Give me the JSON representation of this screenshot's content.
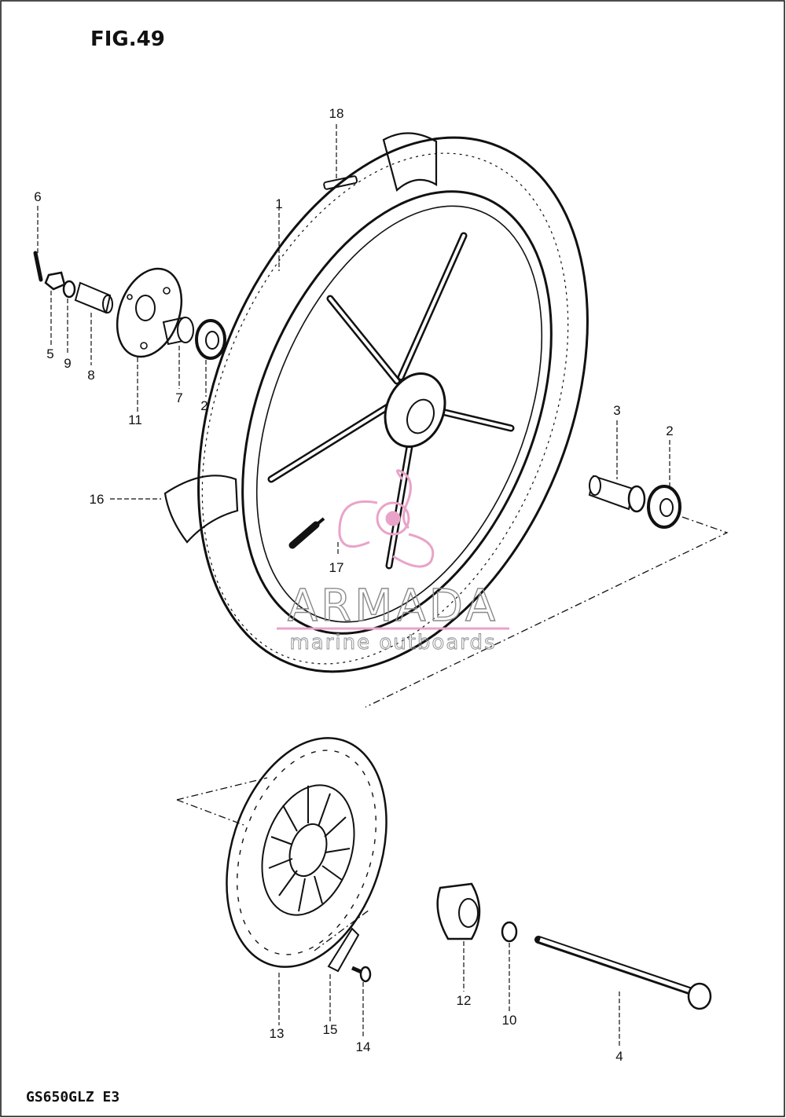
{
  "figure_title": "FIG.49",
  "model_code": "GS650GLZ E3",
  "watermark": {
    "name": "ARMADA",
    "tagline": "marine outboards",
    "logo_color": "#e9a3c9",
    "text_color": "#8a8a8a"
  },
  "callouts": [
    {
      "id": "c1",
      "label": "1"
    },
    {
      "id": "c2a",
      "label": "2"
    },
    {
      "id": "c2b",
      "label": "2"
    },
    {
      "id": "c3",
      "label": "3"
    },
    {
      "id": "c4",
      "label": "4"
    },
    {
      "id": "c5",
      "label": "5"
    },
    {
      "id": "c6",
      "label": "6"
    },
    {
      "id": "c7",
      "label": "7"
    },
    {
      "id": "c8",
      "label": "8"
    },
    {
      "id": "c9",
      "label": "9"
    },
    {
      "id": "c10",
      "label": "10"
    },
    {
      "id": "c11",
      "label": "11"
    },
    {
      "id": "c12",
      "label": "12"
    },
    {
      "id": "c13",
      "label": "13"
    },
    {
      "id": "c14",
      "label": "14"
    },
    {
      "id": "c15",
      "label": "15"
    },
    {
      "id": "c16",
      "label": "16"
    },
    {
      "id": "c17",
      "label": "17"
    },
    {
      "id": "c18",
      "label": "18"
    }
  ]
}
